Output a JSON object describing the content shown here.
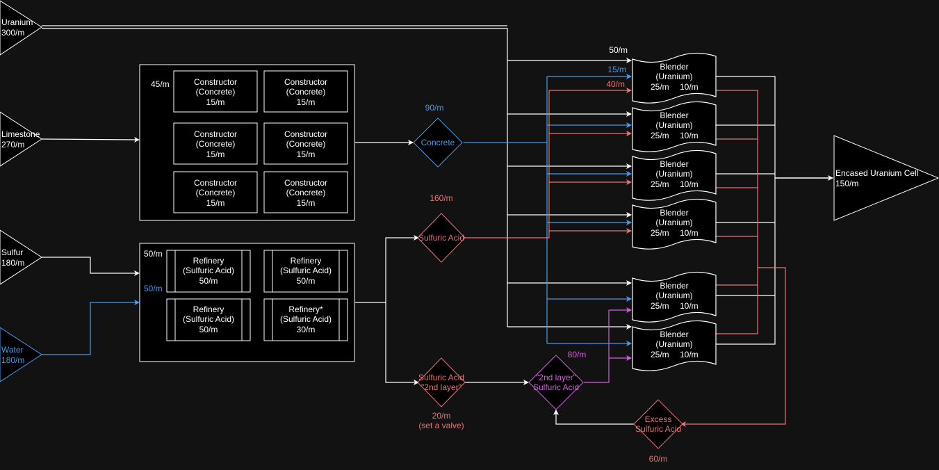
{
  "colors": {
    "background": "#121212",
    "white": "#ffffff",
    "blue": "#4a9ae8",
    "red": "#ea7575",
    "magenta": "#d65ee0"
  },
  "sources": {
    "uranium": {
      "name": "Uranium",
      "rate": "300/m"
    },
    "limestone": {
      "name": "Limestone",
      "rate": "270/m"
    },
    "sulfur": {
      "name": "Sulfur",
      "rate": "180/m"
    },
    "water": {
      "name": "Water",
      "rate": "180/m"
    }
  },
  "constructor_group": {
    "input_label": "45/m",
    "machines": [
      {
        "name": "Constructor",
        "recipe": "(Concrete)",
        "rate": "15/m"
      },
      {
        "name": "Constructor",
        "recipe": "(Concrete)",
        "rate": "15/m"
      },
      {
        "name": "Constructor",
        "recipe": "(Concrete)",
        "rate": "15/m"
      },
      {
        "name": "Constructor",
        "recipe": "(Concrete)",
        "rate": "15/m"
      },
      {
        "name": "Constructor",
        "recipe": "(Concrete)",
        "rate": "15/m"
      },
      {
        "name": "Constructor",
        "recipe": "(Concrete)",
        "rate": "15/m"
      }
    ]
  },
  "refinery_group": {
    "sulfur_input_label": "50/m",
    "water_input_label": "50/m",
    "machines": [
      {
        "name": "Refinery",
        "recipe": "(Sulfuric Acid)",
        "rate": "50/m"
      },
      {
        "name": "Refinery",
        "recipe": "(Sulfuric Acid)",
        "rate": "50/m"
      },
      {
        "name": "Refinery",
        "recipe": "(Sulfuric Acid)",
        "rate": "50/m"
      },
      {
        "name": "Refinery*",
        "recipe": "(Sulfuric Acid)",
        "rate": "30/m"
      }
    ]
  },
  "intermediates": {
    "concrete": {
      "name": "Concrete",
      "rate": "90/m"
    },
    "sulfuric_acid": {
      "name": "Sulfuric Acid",
      "rate": "160/m"
    },
    "sulfuric_acid_2nd": {
      "line1": "Sulfuric Acid",
      "line2": "\"2nd layer\"",
      "rate": "20/m",
      "note": "(set a valve)"
    },
    "second_layer": {
      "line1": "\"2nd layer\"",
      "line2": "Sulfuric Acid",
      "rate": "80/m"
    },
    "excess": {
      "line1": "Excess",
      "line2": "Sulfuric Acid",
      "rate": "60/m"
    }
  },
  "blender_input_labels": {
    "uranium": "50/m",
    "concrete": "15/m",
    "acid": "40/m"
  },
  "blenders": [
    {
      "name": "Blender",
      "recipe": "(Uranium)",
      "out1": "25/m",
      "out2": "10/m"
    },
    {
      "name": "Blender",
      "recipe": "(Uranium)",
      "out1": "25/m",
      "out2": "10/m"
    },
    {
      "name": "Blender",
      "recipe": "(Uranium)",
      "out1": "25/m",
      "out2": "10/m"
    },
    {
      "name": "Blender",
      "recipe": "(Uranium)",
      "out1": "25/m",
      "out2": "10/m"
    },
    {
      "name": "Blender",
      "recipe": "(Uranium)",
      "out1": "25/m",
      "out2": "10/m"
    },
    {
      "name": "Blender",
      "recipe": "(Uranium)",
      "out1": "25/m",
      "out2": "10/m"
    }
  ],
  "output": {
    "name": "Encased Uranium Cell",
    "rate": "150/m"
  }
}
